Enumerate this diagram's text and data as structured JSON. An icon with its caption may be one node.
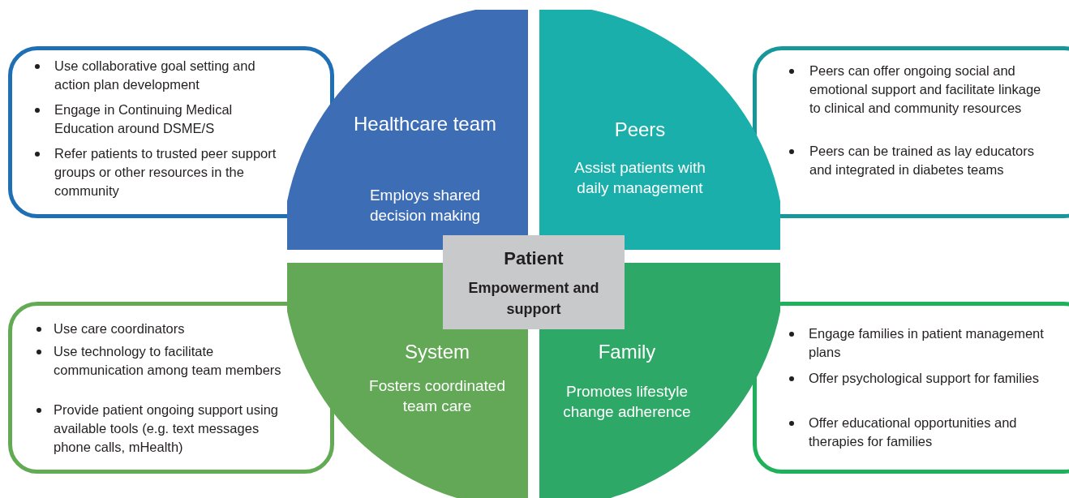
{
  "diagram": {
    "nodes": [
      {
        "text": [
          "Use collaborative goal setting and action plan development",
          "Engage in Continuing Medical Education around DSME/S",
          "Refer patients to trusted peer support groups or other resources in the community"
        ]
      },
      {
        "text": [
          "Healthcare team",
          "Employs shared decision making"
        ]
      },
      {
        "text": [
          "Peers",
          "Assist patients with daily management"
        ]
      },
      {
        "text": [
          "Peers can offer ongoing social and emotional support and facilitate linkage to clinical and community resources",
          "Peers can be trained as lay educators and integrated in diabetes teams"
        ]
      },
      {
        "text": [
          "Patient",
          "Empowerment and support"
        ]
      },
      {
        "text": [
          "Use care coordinators",
          "Use technology to facilitate communication among team members",
          "Provide patient ongoing support using available tools (e.g. text messages phone calls, mHealth)"
        ]
      },
      {
        "text": [
          "System",
          "Fosters coordinated team care"
        ]
      },
      {
        "text": [
          "Family",
          "Promotes lifestyle change adherence"
        ]
      },
      {
        "text": [
          "Engage families in patient management plans",
          "Offer psychological support for families",
          "Offer educational opportunities and therapies for families"
        ]
      }
    ]
  }
}
